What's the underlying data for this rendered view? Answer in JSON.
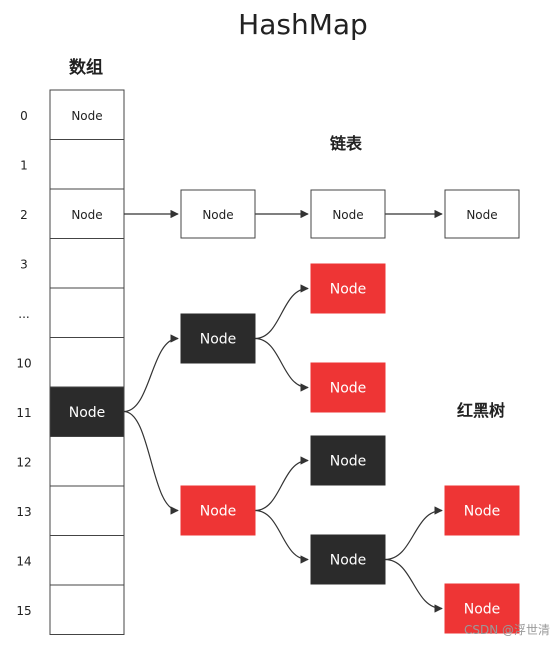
{
  "title": "HashMap",
  "array_label": "数组",
  "list_label": "链表",
  "tree_label": "红黑树",
  "watermark": "CSDN @浮世清",
  "node_text": "Node",
  "colors": {
    "black": "#2b2b2b",
    "red": "#ee3535",
    "border": "#444444",
    "arrow": "#333333"
  },
  "array": {
    "indices": [
      "0",
      "1",
      "2",
      "3",
      "...",
      "10",
      "11",
      "12",
      "13",
      "14",
      "15"
    ],
    "filled": {
      "0": "white",
      "2": "white",
      "11": "black"
    }
  },
  "linked_list": [
    "Node",
    "Node",
    "Node"
  ],
  "tree": [
    {
      "id": "n1",
      "color": "black",
      "parent": "root"
    },
    {
      "id": "n2",
      "color": "red",
      "parent": "n1"
    },
    {
      "id": "n3",
      "color": "red",
      "parent": "n1"
    },
    {
      "id": "n4",
      "color": "red",
      "parent": "root"
    },
    {
      "id": "n5",
      "color": "black",
      "parent": "n4"
    },
    {
      "id": "n6",
      "color": "black",
      "parent": "n4"
    },
    {
      "id": "n7",
      "color": "red",
      "parent": "n6"
    },
    {
      "id": "n8",
      "color": "red",
      "parent": "n6"
    }
  ]
}
